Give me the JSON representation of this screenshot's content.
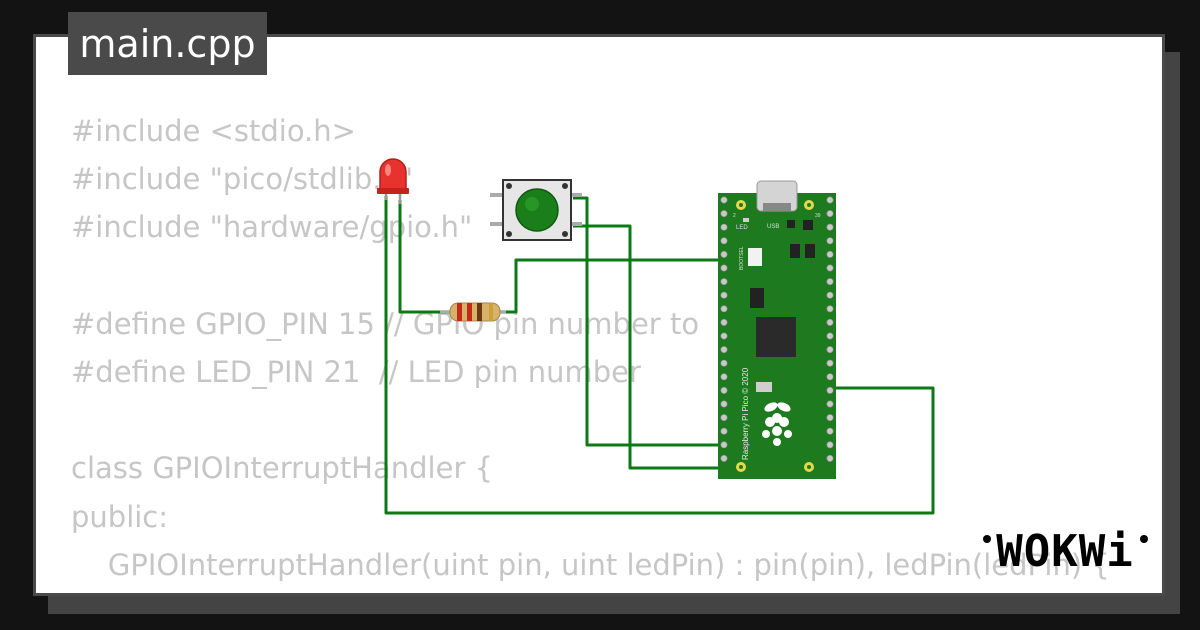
{
  "file": {
    "name": "main.cpp"
  },
  "code": {
    "lines": [
      "#include <stdio.h>",
      "#include \"pico/stdlib.h\"",
      "#include \"hardware/gpio.h\"",
      "",
      "#define GPIO_PIN 15 // GPIO pin number to",
      "#define LED_PIN 21  // LED pin number",
      "",
      "class GPIOInterruptHandler {",
      "public:",
      "    GPIOInterruptHandler(uint pin, uint ledPin) : pin(pin), ledPin(ledPin) {"
    ]
  },
  "board": {
    "silk_text": "Raspberry Pi Pico © 2020",
    "led_label": "LED",
    "usb_label": "USB",
    "bootsel_label": "BOOTSEL",
    "pin_left": "2",
    "pin_right": "39"
  },
  "brand": {
    "logo": "WOKWi"
  },
  "colors": {
    "wire": "#0c7a14",
    "board": "#1e7a1e",
    "button_cap": "#1a7f1a",
    "led": "#e8322d",
    "code_text": "#c6c6c6",
    "tab_bg": "#4a4a4a"
  }
}
